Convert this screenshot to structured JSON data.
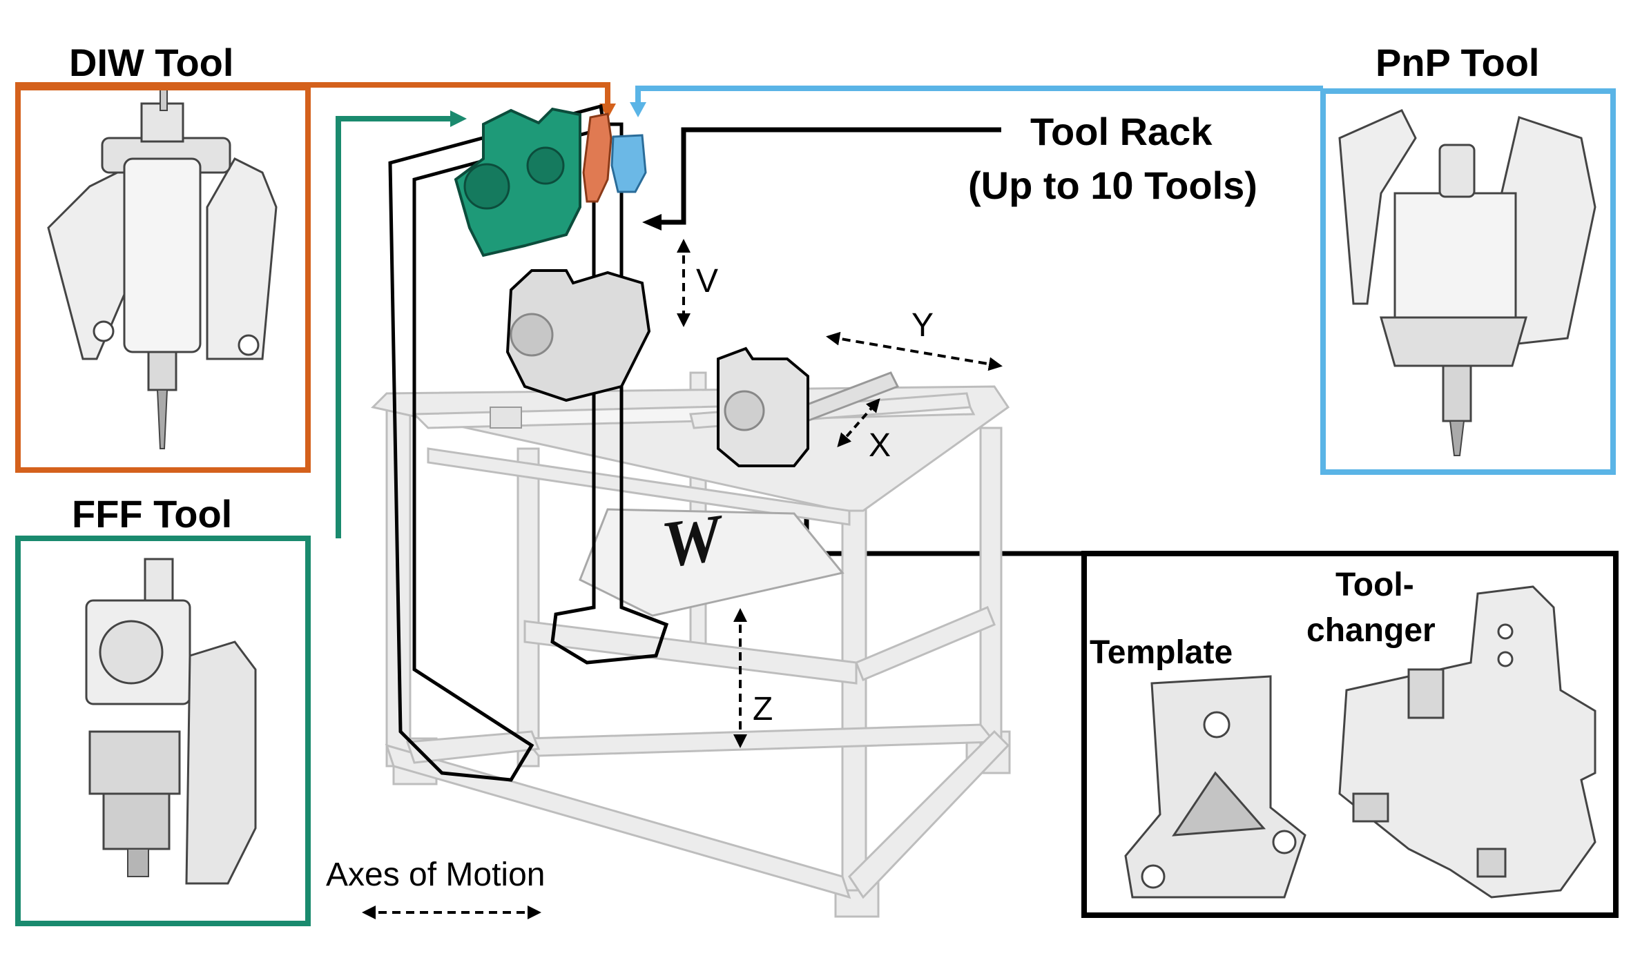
{
  "labels": {
    "diw_tool": "DIW Tool",
    "pnp_tool": "PnP Tool",
    "fff_tool": "FFF Tool",
    "tool_rack_line1": "Tool Rack",
    "tool_rack_line2": "(Up to 10 Tools)",
    "axis_v": "V",
    "axis_y": "Y",
    "axis_x": "X",
    "axis_z": "Z",
    "axes_of_motion": "Axes of Motion",
    "template": "Template",
    "tool_changer_line1": "Tool-",
    "tool_changer_line2": "changer"
  },
  "colors": {
    "diw_orange": "#d4611c",
    "pnp_blue": "#5ab4e6",
    "fff_teal": "#1a8a6e",
    "rack_green": "#1e9a78",
    "black": "#000000",
    "frame_gray": "#e6e6e6"
  },
  "icons": {
    "diw": "syringe-dispenser-tool",
    "pnp": "pick-and-place-tool",
    "fff": "filament-extruder-tool",
    "template": "template-plate",
    "toolchanger": "toolchanger-mount",
    "printer": "printer-frame"
  }
}
